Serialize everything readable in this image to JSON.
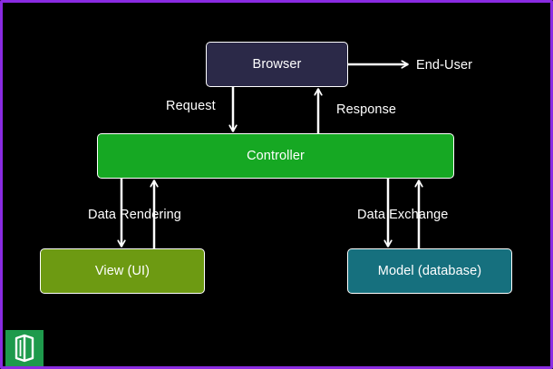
{
  "diagram": {
    "nodes": {
      "browser": "Browser",
      "controller": "Controller",
      "view": "View (UI)",
      "model": "Model (database)"
    },
    "labels": {
      "end_user": "End-User",
      "request": "Request",
      "response": "Response",
      "data_rendering": "Data Rendering",
      "data_exchange": "Data Exchange"
    },
    "edges": [
      {
        "from": "browser",
        "to": "end_user"
      },
      {
        "from": "browser",
        "to": "controller",
        "label": "Request"
      },
      {
        "from": "controller",
        "to": "browser",
        "label": "Response"
      },
      {
        "from": "controller",
        "to": "view",
        "label": "Data Rendering"
      },
      {
        "from": "view",
        "to": "controller"
      },
      {
        "from": "controller",
        "to": "model",
        "label": "Data Exchange"
      },
      {
        "from": "model",
        "to": "controller"
      }
    ]
  },
  "colors": {
    "background": "#000000",
    "frame_border": "#8a2be2",
    "browser": "#2b2948",
    "controller": "#16a823",
    "view": "#6d9a12",
    "model": "#16707e",
    "arrow": "#ffffff",
    "logo": "#1e9a4c"
  },
  "logo": {
    "icon": "brand-logo-icon"
  }
}
